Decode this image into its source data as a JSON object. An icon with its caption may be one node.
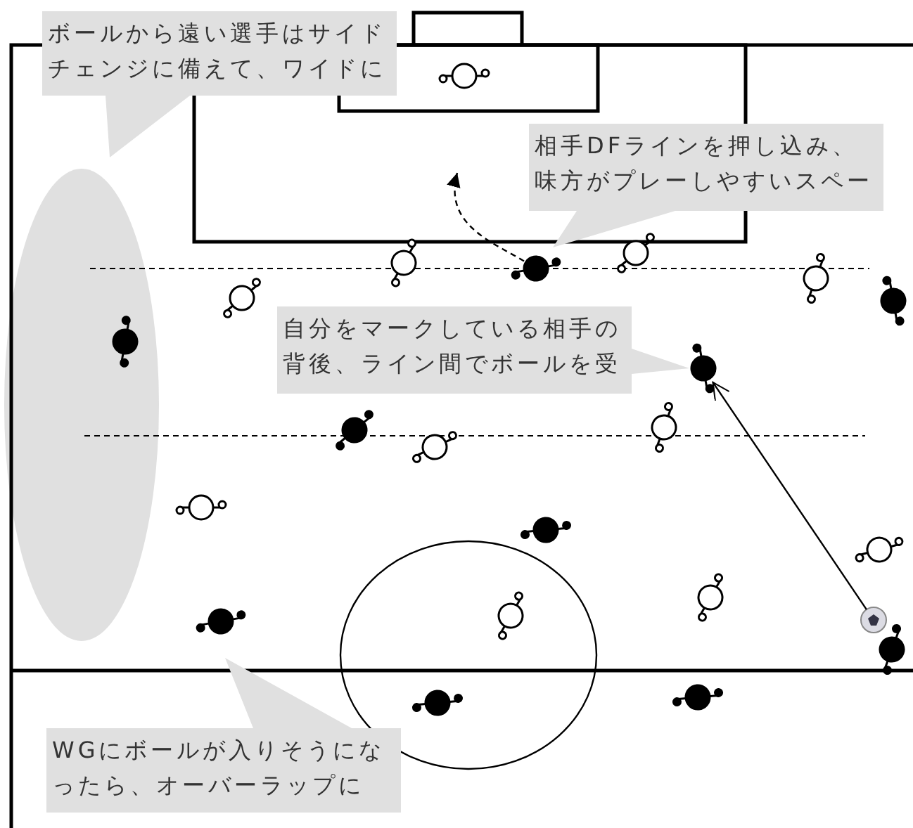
{
  "diagram": {
    "nodes": [
      {
        "text": [
          "ボールから遠い選手はサイドチェンジに備えて、ワイドに"
        ]
      },
      {
        "text": [
          "相手DFラインを押し込み、味方がプレーしやすいスペー"
        ]
      },
      {
        "text": [
          "自分をマークしている相手の背後、ライン間でボールを受"
        ]
      },
      {
        "text": [
          "WGにボールが入りそうになったら、オーバーラップに"
        ]
      },
      {
        "text": [],
        "shape": "circle"
      },
      {
        "text": [],
        "shape": "circle"
      },
      {
        "text": [],
        "shape": "circle"
      }
    ],
    "edges": [
      {
        "from": 4,
        "to": null,
        "arrow": "to",
        "style": "dashed"
      },
      {
        "from": 5,
        "to": 6,
        "arrow": "to"
      }
    ]
  }
}
